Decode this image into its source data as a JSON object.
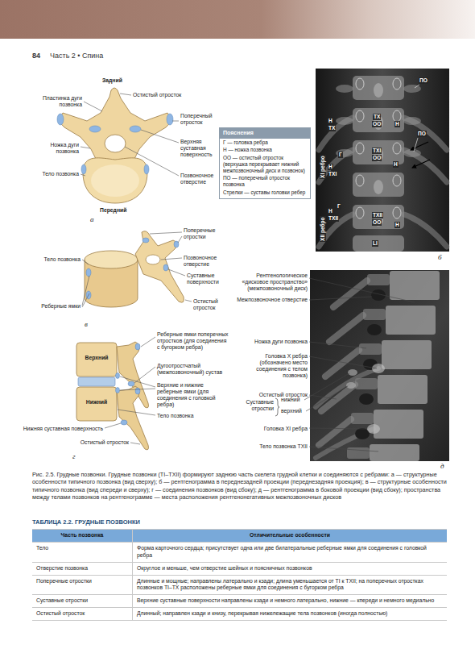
{
  "diagram": {
    "title": "ТАБЛИЦА 2.2. ГРУДНЫЕ ПОЗВОНКИ",
    "caption": "Рис. 2.5. Грудные позвонки. Грудные позвонки (TI–TXII) формируют заднюю часть скелета грудной клетки и соединяются с ребрами: а — структурные особенности типичного позвонка (вид сверху); б — рентгенограмма в переднезадней проекции (переднезадняя проекция); в — структурные особенности типичного позвонка (вид спереди и сверху); г — соединения позвонков (вид сбоку); д — рентгенограмма в боковой проекции (вид сбоку); пространства между телами позвонков на рентгенограмме — места расположения рентгенонегативных межпозвоночных дисков",
    "nodes": [
      {
        "text": [
          "Пояснения",
          "Г — головка ребра",
          "Н — ножка позвонка",
          "ОО — остистый отросток (верхушка перекрывает нижний межпозвоночный диск и позвонок)",
          "ПО — поперечный отросток позвонка",
          "Стрелки — суставы головки ребер"
        ]
      }
    ],
    "labels": [
      "84",
      "Часть 2 • Спина",
      "Задний",
      "Остистый отросток",
      "Пластинка дуги позвонка",
      "Поперечный отросток",
      "Ножка дуги позвонка",
      "Верхняя суставная поверхность",
      "Тело позвонка",
      "Позвоночное отверстие",
      "Передний",
      "а",
      "Поперечные отростки",
      "Тело позвонка",
      "Позвоночное отверстие",
      "Суставные поверхности",
      "Реберные ямки",
      "Остистый отросток",
      "в",
      "Верхний",
      "Реберные ямки поперечных отростков (для соединения с бугорком ребра)",
      "Дугоотростчатый (межпозвоночный) сустав",
      "Верхние и нижние реберные ямки (для соединения с головкой ребра)",
      "Тело позвонка",
      "Нижний",
      "Нижняя суставная поверхность",
      "Остистый отросток",
      "г",
      "TX",
      "ОО",
      "Н",
      "Н",
      "TX",
      "ПО",
      "ПО",
      "XI ребро",
      "Г",
      "TXI",
      "ОО",
      "Н",
      "Н",
      "TXI",
      "Г",
      "XII ребро",
      "Н",
      "TXII",
      "TXII",
      "ОО",
      "Н",
      "LI",
      "б",
      "Рентгенологическое «дисковое пространство» (межпозвоночный диск)",
      "Межпозвоночное отверстие",
      "Ножка дуги позвонка",
      "Головка X ребра (обозначено место соединения с телом позвонка)",
      "Остистый отросток",
      "Суставные отростки",
      "нижний",
      "верхний",
      "Головка XI ребра",
      "Тело позвонка TXII",
      "д",
      "Часть позвонка",
      "Отличительные особенности",
      "Тело",
      "Форма карточного сердца; присутствует одна или две билатеральные реберные ямки для соединения с головкой ребра",
      "Отверстие позвонка",
      "Округлое и меньше, чем отверстие шейных и поясничных позвонков",
      "Поперечные отростки",
      "Длинные и мощные; направлены латерально и кзади; длина уменьшается от TI к TXII; на поперечных отростках позвонков TI–TX расположены реберные ямки для соединения с бугорком ребра",
      "Суставные отростки",
      "Верхние суставные поверхности направлены кзади и немного латерально, нижние — кпереди и немного медиально",
      "Остистый отросток",
      "Длинный; направлен кзади и книзу, перекрывая нижележащие тела позвонков (иногда полностью)"
    ]
  }
}
